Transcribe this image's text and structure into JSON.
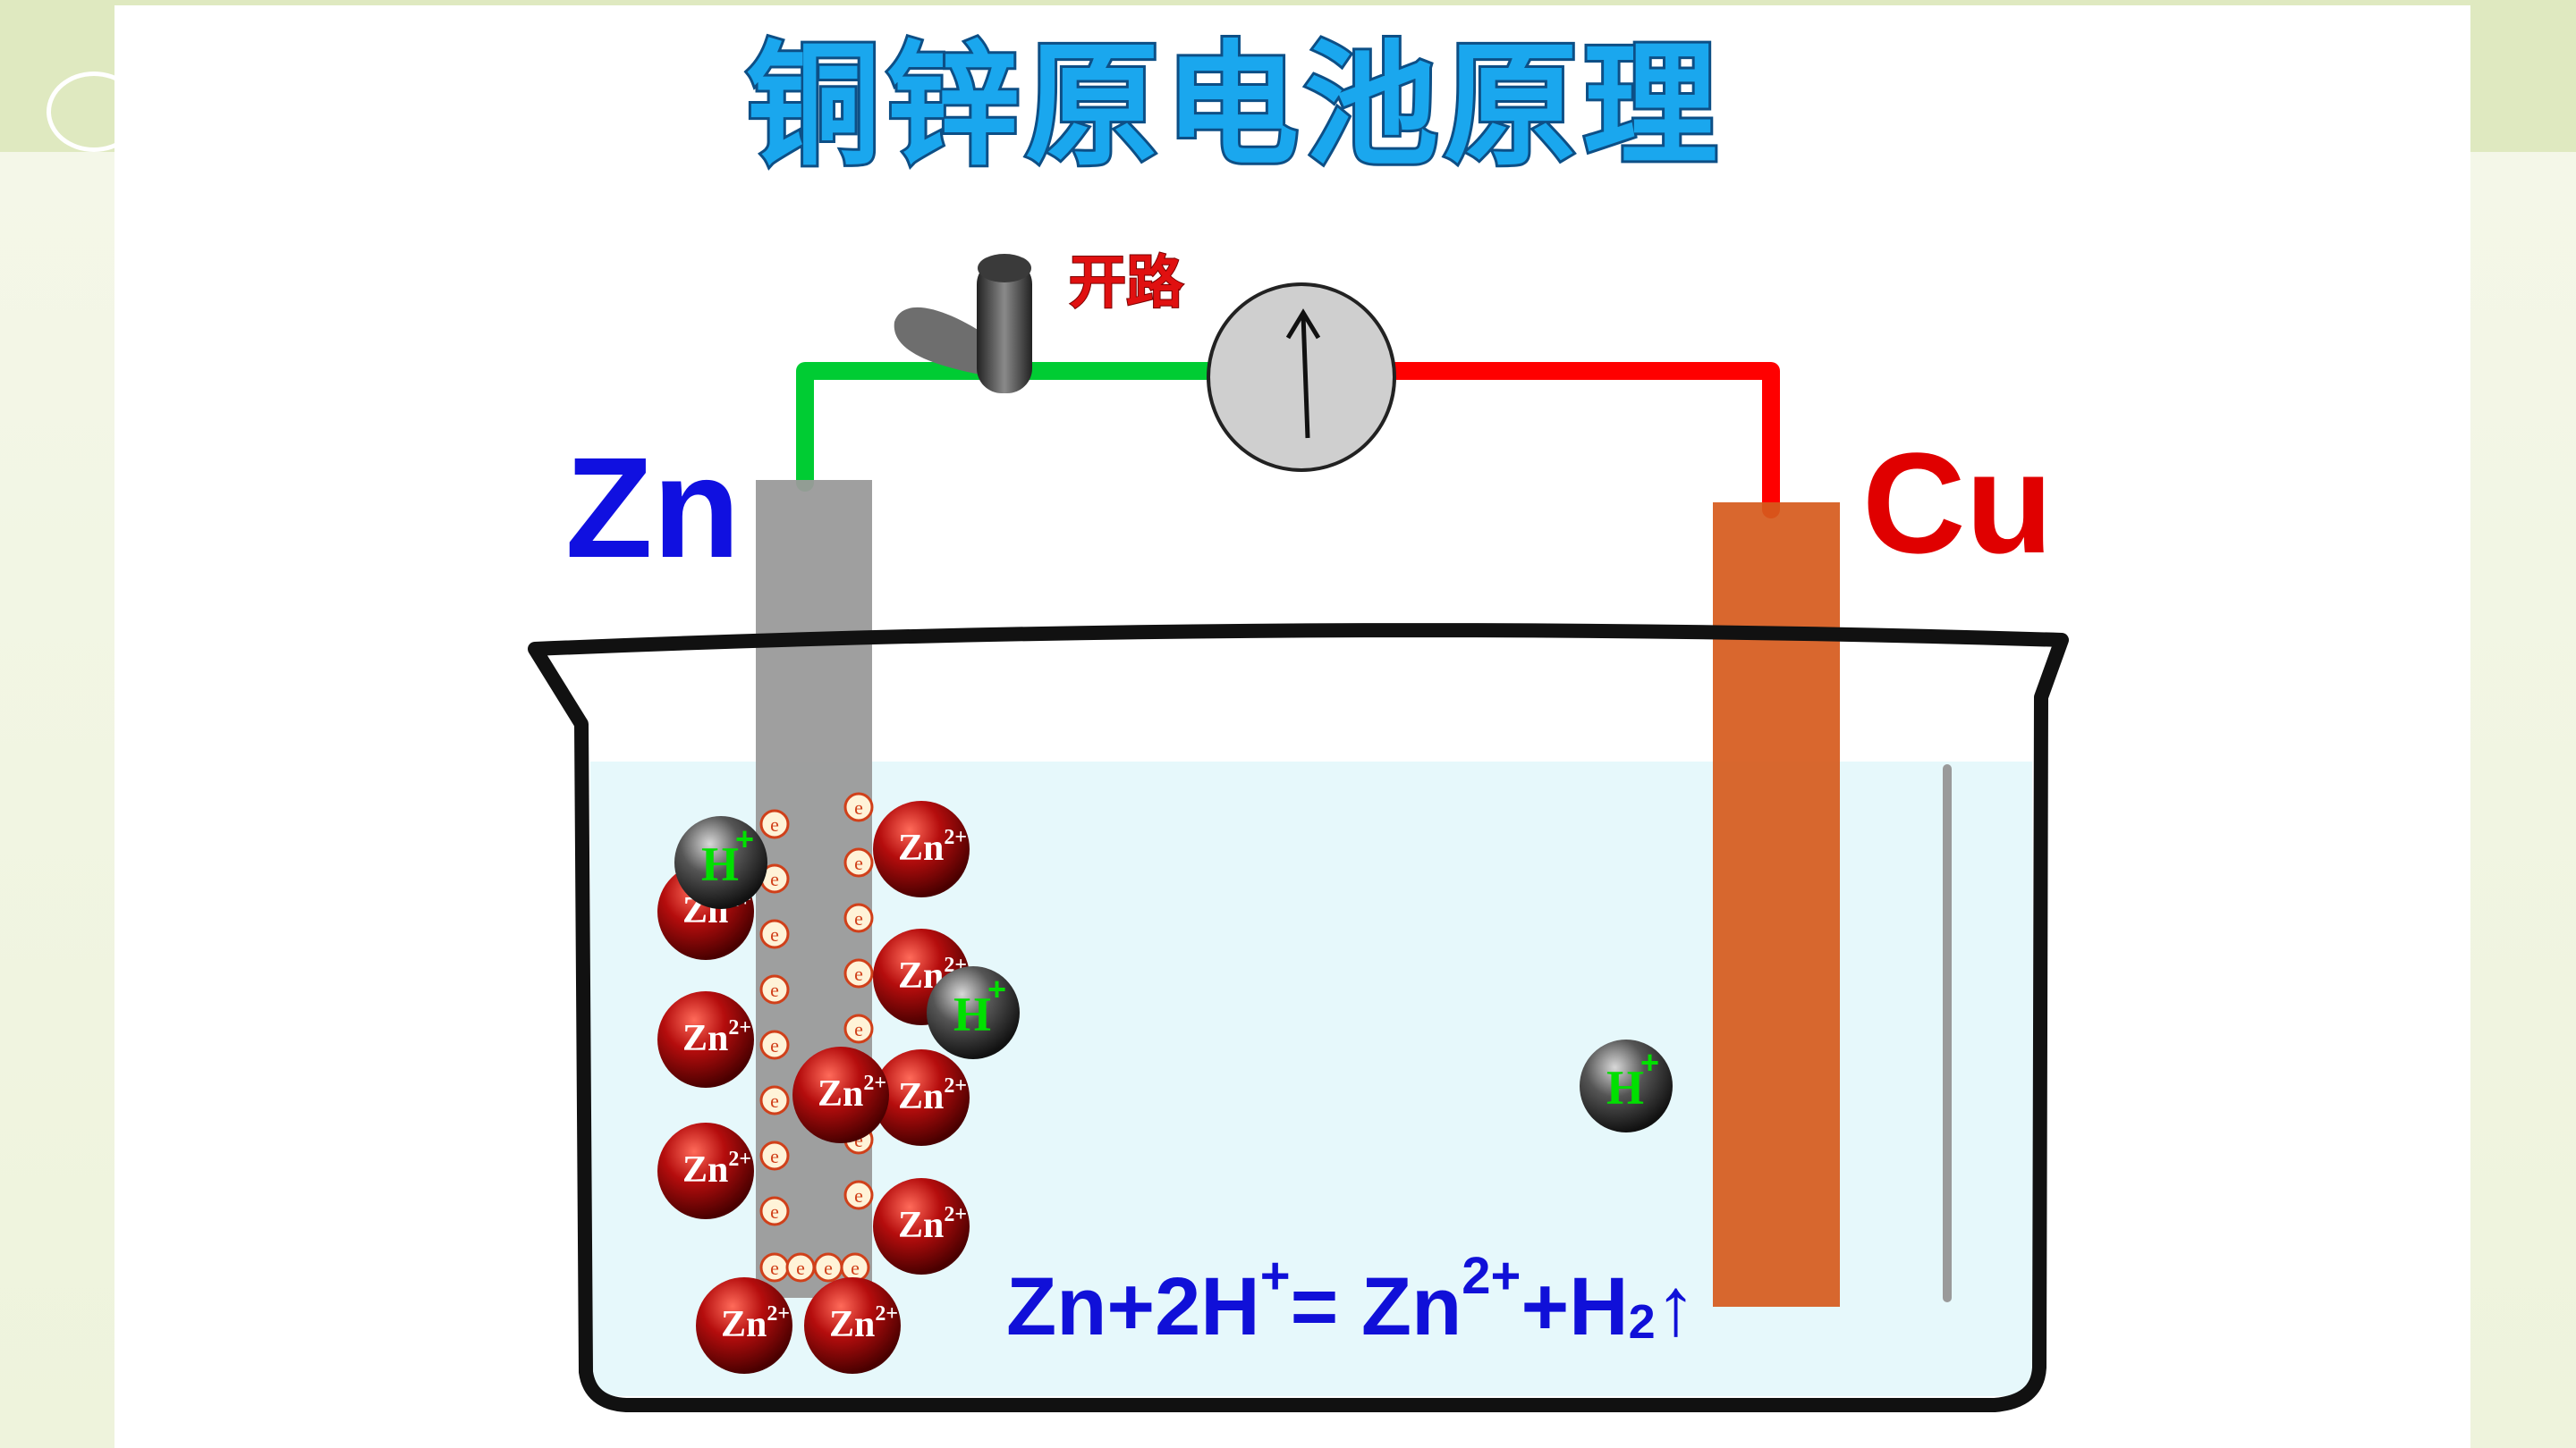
{
  "title": "铜锌原电池原理",
  "switch_state": "开路",
  "electrodes": {
    "zn": {
      "label": "Zn",
      "color": "#1010e0"
    },
    "cu": {
      "label": "Cu",
      "color": "#e00000"
    }
  },
  "ions": {
    "zn_ion": {
      "symbol": "Zn",
      "charge": "2+"
    },
    "h_ion": {
      "symbol": "H",
      "charge": "+"
    },
    "electron": "e"
  },
  "equation": {
    "part1": "Zn+2H",
    "sup1": "+",
    "part2": "= Zn",
    "sup2": "2+",
    "part3": "+H",
    "sub3": "2",
    "arrow": "↑"
  },
  "colors": {
    "title": "#1aa7ee",
    "wire_left": "#00cc33",
    "wire_right": "#ff0000",
    "zinc_plate": "#9a9a9a",
    "copper_plate": "#d65a1c",
    "solution": "#e6f8fb"
  }
}
